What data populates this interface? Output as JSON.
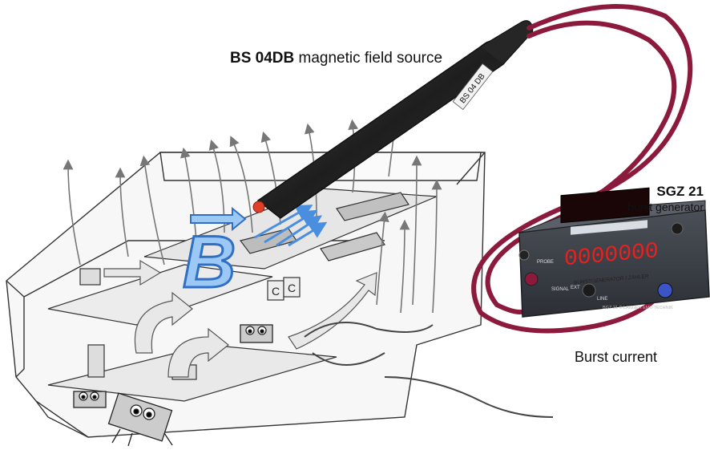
{
  "probe": {
    "name": "BS 04DB",
    "description": "magnetic field source",
    "body_text": "BS 04 DB"
  },
  "generator": {
    "name": "SGZ 21",
    "description": "burst generator",
    "display": "0000000",
    "panel_title": "BURSTGENERATOR / ZÄHLER",
    "knob_labels": [
      "SIGNAL",
      "EXT",
      "LINE"
    ],
    "side_label": "PROBE",
    "footer_text": "BGZ 21 © LANGER EMV-TECHNIK"
  },
  "cable": {
    "label": "Burst current",
    "color": "#8c1a3c"
  },
  "field": {
    "symbol": "B",
    "symbol_color": "#3c8ee6"
  },
  "device": {
    "capacitor_labels": [
      "C",
      "C"
    ]
  },
  "colors": {
    "line_art": "#333333",
    "arrow_fill": "#e8e8e8",
    "field_arrow": "#4a8ee0",
    "probe_body": "#2a2a2a",
    "probe_tip": "#e0402a",
    "generator_body": "#3a3f47",
    "display_digits": "#e8201e"
  }
}
